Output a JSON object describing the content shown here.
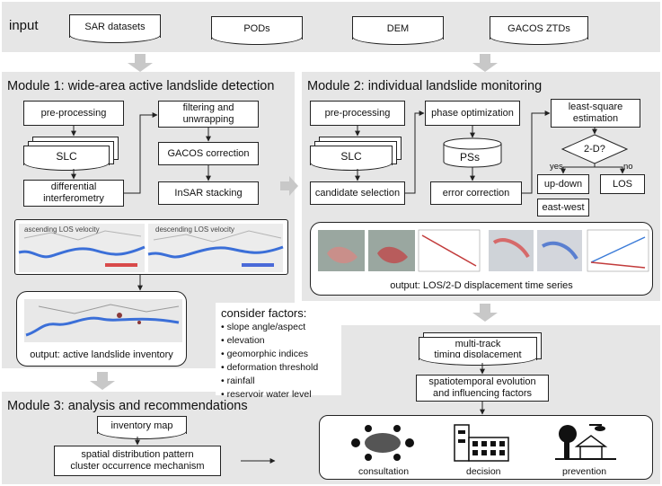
{
  "input": {
    "label": "input",
    "items": [
      "SAR datasets",
      "PODs",
      "DEM",
      "GACOS ZTDs"
    ]
  },
  "module1": {
    "title": "Module 1: wide-area active landslide detection",
    "preprocessing": "pre-processing",
    "slc": "SLC",
    "diff_interferometry": "differential interferometry",
    "filtering": "filtering and unwrapping",
    "gacos": "GACOS correction",
    "stacking": "InSAR stacking",
    "asc_label": "ascending LOS velocity",
    "desc_label": "descending LOS velocity",
    "output": "output: active landslide inventory"
  },
  "module2": {
    "title": "Module 2: individual landslide monitoring",
    "preprocessing": "pre-processing",
    "slc": "SLC",
    "candidate": "candidate selection",
    "phase_opt": "phase optimization",
    "pss": "PSs",
    "error_corr": "error correction",
    "lsq": "least-square estimation",
    "decision": "2-D?",
    "yes": "yes",
    "no": "no",
    "updown": "up-down",
    "eastwest": "east-west",
    "los": "LOS",
    "output": "output: LOS/2-D displacement time series"
  },
  "factors": {
    "heading": "consider factors:",
    "items": [
      "slope angle/aspect",
      "elevation",
      "geomorphic indices",
      "deformation threshold",
      "rainfall",
      "reservoir water level"
    ]
  },
  "module3": {
    "title": "Module 3: analysis and recommendations",
    "inventory_map": "inventory map",
    "spatial_line1": "spatial distribution pattern",
    "spatial_line2": "cluster occurrence mechanism",
    "multitrack_line1": "multi-track",
    "multitrack_line2": "timing displacement",
    "spatiotemporal_line1": "spatiotemporal evolution",
    "spatiotemporal_line2": "and influencing factors",
    "consultation": "consultation",
    "decision": "decision",
    "prevention": "prevention"
  },
  "colors": {
    "panel": "#e6e6e6",
    "arrow": "#c8c8c8",
    "stroke": "#222222"
  }
}
